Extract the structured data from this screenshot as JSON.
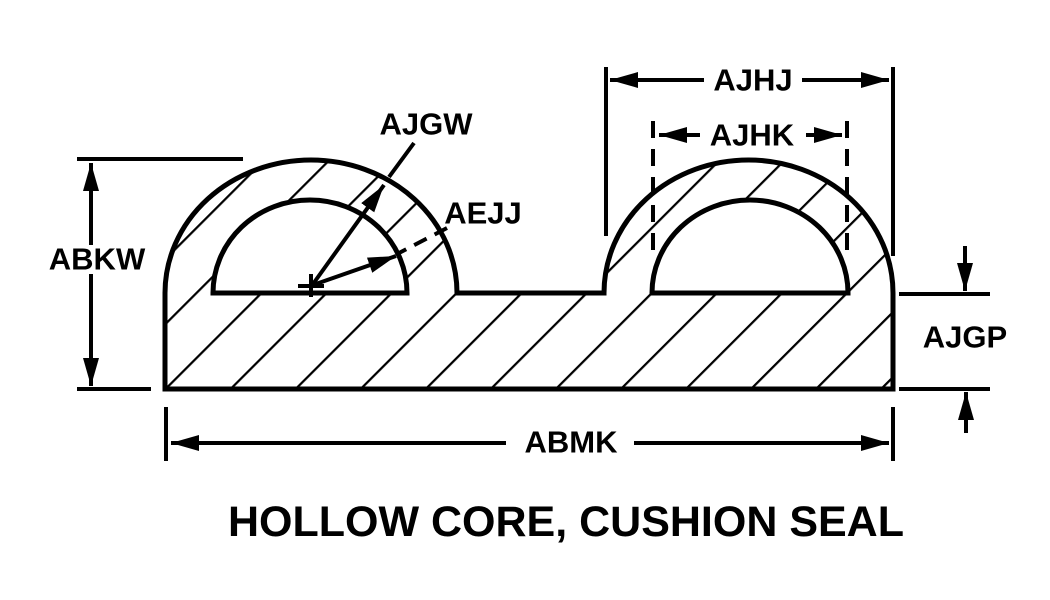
{
  "diagram": {
    "title": "HOLLOW CORE, CUSHION SEAL",
    "colors": {
      "line": "#000000",
      "background": "#ffffff"
    },
    "labels": {
      "overall_height": "ABKW",
      "wall_outer_radius": "AJGW",
      "core_radius": "AEJJ",
      "dome_outer_width": "AJHJ",
      "dome_core_width": "AJHK",
      "base_thickness": "AJGP",
      "overall_width": "ABMK"
    }
  }
}
